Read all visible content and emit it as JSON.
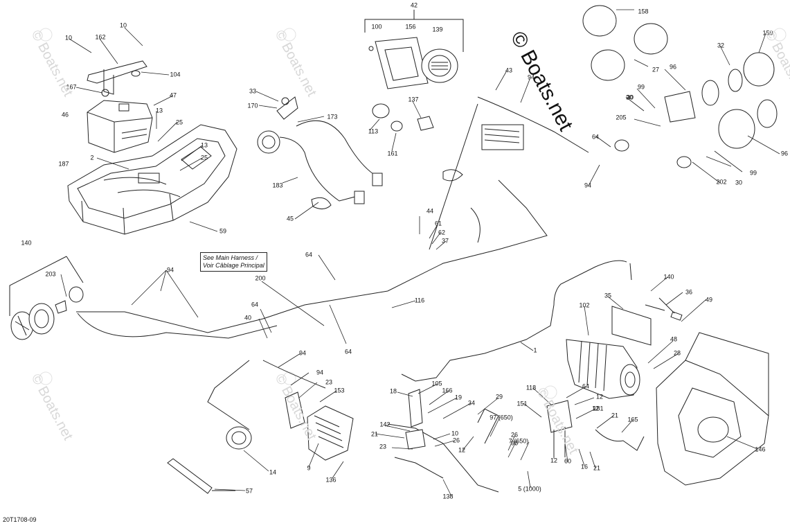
{
  "diagram": {
    "callouts": [
      "42",
      "100",
      "156",
      "139",
      "158",
      "10",
      "162",
      "10",
      "104",
      "167",
      "47",
      "46",
      "13",
      "25",
      "2",
      "187",
      "13",
      "25",
      "59",
      "33",
      "170",
      "173",
      "183",
      "45",
      "43",
      "94",
      "137",
      "113",
      "161",
      "44",
      "61",
      "62",
      "37",
      "64",
      "94",
      "27",
      "96",
      "32",
      "159",
      "30",
      "99",
      "96",
      "30",
      "205",
      "64",
      "94",
      "202",
      "30",
      "99",
      "140",
      "203",
      "94",
      "200",
      "64",
      "40",
      "64",
      "116",
      "94",
      "23",
      "153",
      "9",
      "136",
      "14",
      "57",
      "140",
      "36",
      "49",
      "35",
      "102",
      "48",
      "28",
      "1",
      "146",
      "105",
      "166",
      "18",
      "19",
      "34",
      "29",
      "142",
      "10",
      "26",
      "21",
      "23",
      "138",
      "151",
      "12",
      "97 (650)",
      "26",
      "98",
      "7 (650)",
      "5 (1000)",
      "118",
      "12",
      "64",
      "12",
      "181",
      "21",
      "165",
      "12",
      "60",
      "16",
      "21"
    ],
    "note_line1": "See Main Harness /",
    "note_line2": "Voir Câblage Principal",
    "drawing_code": "20T1708-09",
    "copyright": "© Boats.net",
    "watermark": "© Boats.net"
  }
}
